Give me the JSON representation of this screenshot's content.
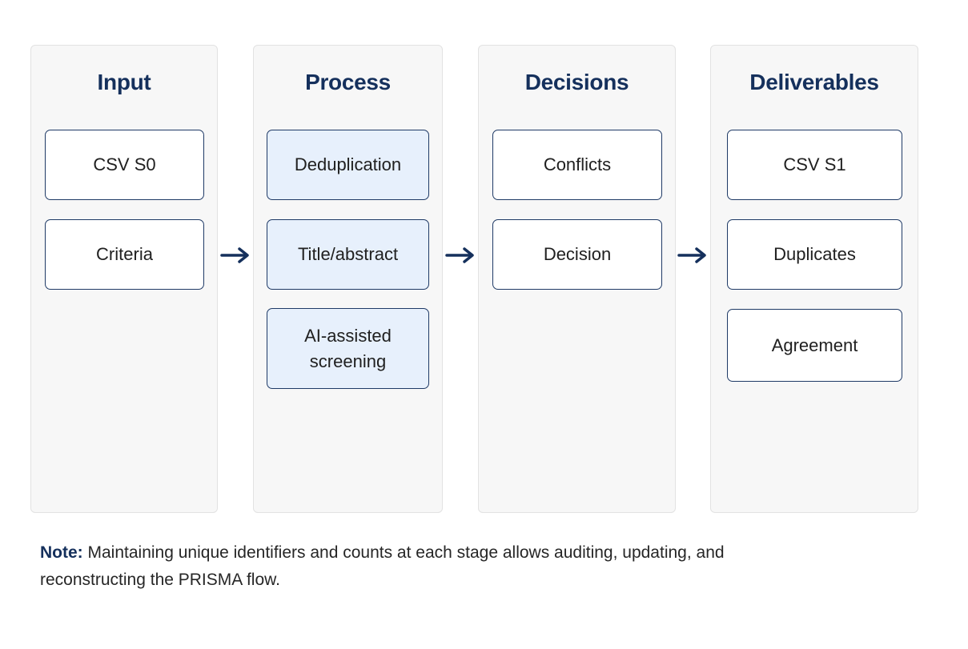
{
  "columns": {
    "input": {
      "title": "Input",
      "items": [
        "CSV S0",
        "Criteria"
      ]
    },
    "process": {
      "title": "Process",
      "items": [
        "Deduplication",
        "Title/abstract",
        "AI-assisted screening"
      ]
    },
    "decisions": {
      "title": "Decisions",
      "items": [
        "Conflicts",
        "Decision"
      ]
    },
    "deliverables": {
      "title": "Deliverables",
      "items": [
        "CSV S1",
        "Duplicates",
        "Agreement"
      ]
    }
  },
  "note": {
    "label": "Note:",
    "text": " Maintaining unique identifiers and counts at each stage allows auditing, updating, and reconstructing the PRISMA flow."
  },
  "colors": {
    "accent": "#15305c",
    "box_border": "#1f3a66",
    "process_fill": "#e7f0fc",
    "column_bg": "#f7f7f7"
  },
  "icons": [
    "arrow-right-icon",
    "arrow-right-icon",
    "arrow-right-icon"
  ]
}
